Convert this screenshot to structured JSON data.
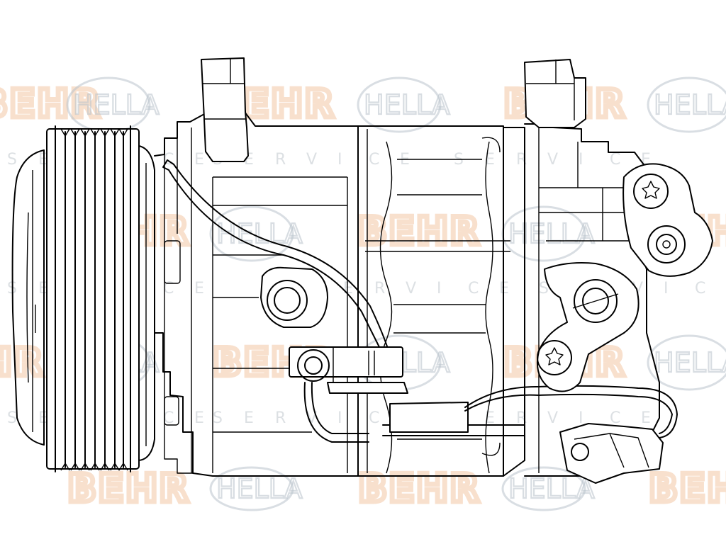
{
  "watermark": {
    "brand_a": "BEHR",
    "brand_b": "HELLA",
    "service_letters": "SERVICE"
  }
}
